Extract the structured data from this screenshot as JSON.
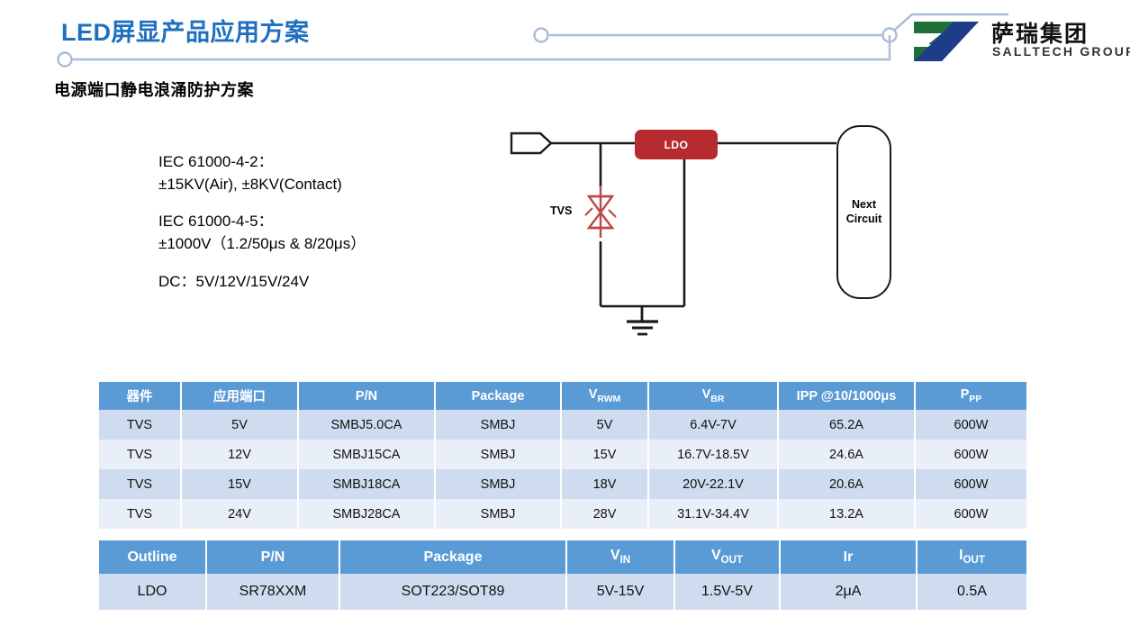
{
  "header": {
    "title": "LED屏显产品应用方案",
    "subtitle": "电源端口静电浪涌防护方案",
    "accent_color": "#1F6FC0",
    "rule_color": "#A8BBDD"
  },
  "logo": {
    "name_cn": "萨瑞集团",
    "name_en": "SALLTECH GROUP",
    "green": "#1E7038",
    "blue": "#1F3C88"
  },
  "specs": [
    {
      "lines": [
        "IEC 61000-4-2：",
        "±15KV(Air), ±8KV(Contact)"
      ]
    },
    {
      "lines": [
        "IEC 61000-4-5：",
        "±1000V（1.2/50μs & 8/20μs）"
      ]
    },
    {
      "lines": [
        "DC：5V/12V/15V/24V"
      ]
    }
  ],
  "circuit": {
    "tvs_label": "TVS",
    "ldo_label": "LDO",
    "next_circuit_label": "Next\nCircuit",
    "next_circuit_line1": "Next",
    "next_circuit_line2": "Circuit",
    "ldo_color": "#B52B30",
    "tvs_color": "#B94A4A",
    "wire_color": "#1a1a1a"
  },
  "table_tvs": {
    "header_color": "#5B9BD5",
    "columns": [
      "器件",
      "应用端口",
      "P/N",
      "Package",
      "V_RWM",
      "V_BR",
      "IPP @10/1000μs",
      "P_PP"
    ],
    "column_html": [
      "器件",
      "应用端口",
      "P/N",
      "Package",
      "V<sub>RWM</sub>",
      "V<sub>BR</sub>",
      "IPP @10/1000μs",
      "P<sub>PP</sub>"
    ],
    "rows": [
      [
        "TVS",
        "5V",
        "SMBJ5.0CA",
        "SMBJ",
        "5V",
        "6.4V-7V",
        "65.2A",
        "600W"
      ],
      [
        "TVS",
        "12V",
        "SMBJ15CA",
        "SMBJ",
        "15V",
        "16.7V-18.5V",
        "24.6A",
        "600W"
      ],
      [
        "TVS",
        "15V",
        "SMBJ18CA",
        "SMBJ",
        "18V",
        "20V-22.1V",
        "20.6A",
        "600W"
      ],
      [
        "TVS",
        "24V",
        "SMBJ28CA",
        "SMBJ",
        "28V",
        "31.1V-34.4V",
        "13.2A",
        "600W"
      ]
    ]
  },
  "table_ldo": {
    "header_color": "#5B9BD5",
    "columns": [
      "Outline",
      "P/N",
      "Package",
      "V_IN",
      "V_OUT",
      "Ir",
      "I_OUT"
    ],
    "column_html": [
      "Outline",
      "P/N",
      "Package",
      "V<sub>IN</sub>",
      "V<sub>OUT</sub>",
      "Ir",
      "I<sub>OUT</sub>"
    ],
    "rows": [
      [
        "LDO",
        "SR78XXM",
        "SOT223/SOT89",
        "5V-15V",
        "1.5V-5V",
        "2μA",
        "0.5A"
      ]
    ]
  }
}
